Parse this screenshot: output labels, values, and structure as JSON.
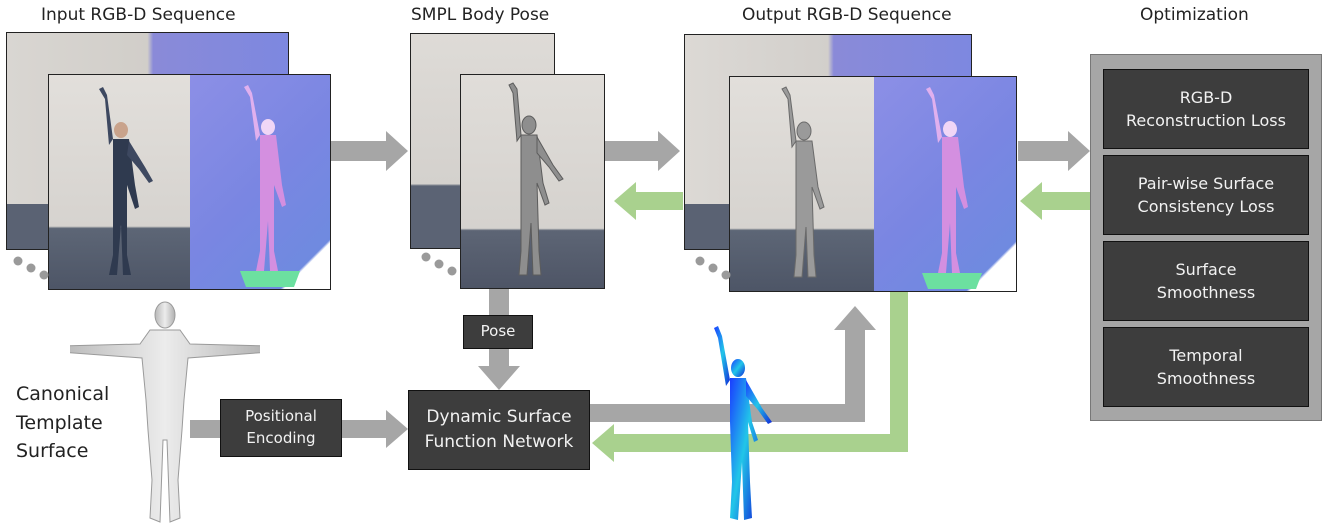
{
  "headers": {
    "input": "Input RGB-D Sequence",
    "smpl": "SMPL Body Pose",
    "output": "Output RGB-D Sequence",
    "optimization": "Optimization"
  },
  "labels": {
    "canonical": "Canonical\nTemplate\nSurface",
    "pose": "Pose",
    "positional": "Positional\nEncoding",
    "network": "Dynamic Surface\nFunction Network"
  },
  "losses": [
    "RGB-D\nReconstruction Loss",
    "Pair-wise Surface\nConsistency Loss",
    "Surface\nSmoothness",
    "Temporal\nSmoothness"
  ],
  "colors": {
    "gray_arrow": "#a6a6a6",
    "green_arrow": "#a9d18e",
    "box_fill": "#3d3d3d",
    "panel_fill": "#a6a6a6"
  }
}
